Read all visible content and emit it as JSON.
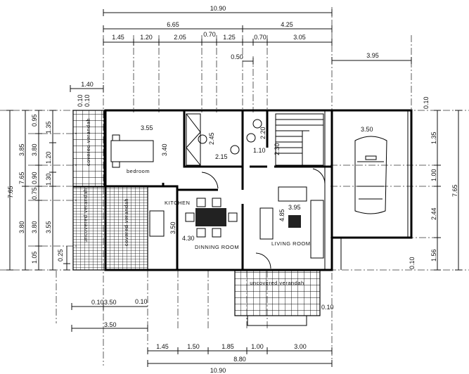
{
  "dimensions": {
    "top": {
      "total": "10.90",
      "left_span": "6.65",
      "right_span": "4.25",
      "segments": [
        "1.45",
        "1.20",
        "2.05",
        "0.70",
        "1.25",
        "0.70",
        "3.05"
      ],
      "offset": "0.50",
      "garage_width": "3.95",
      "verandah_width": "1.40",
      "top_wall_a": "0.10",
      "top_wall_b": "0.10"
    },
    "left": {
      "total": "7.65",
      "upper": "3.85",
      "lower": "3.80",
      "col2": [
        "0.95",
        "0.90",
        "0.75",
        "1.05"
      ],
      "col2_overlap_a": "3.80",
      "col2_overlap_b": "3.80",
      "col3": [
        "1.35",
        "1.20",
        "1.30",
        "3.55"
      ],
      "small": "0.25"
    },
    "right": {
      "total": "7.65",
      "segments": [
        "1.35",
        "1.00",
        "2.44",
        "1.56"
      ],
      "top_wall": "0.10",
      "bottom_wall": "0.10"
    },
    "bottom": {
      "seg_a_prefix": "0.10",
      "seg_a": "3.50",
      "seg_b": "3.50",
      "wall_left": "0.10",
      "wall_right": "0.10",
      "segments": [
        "1.45",
        "1.50",
        "1.85",
        "1.00",
        "3.00"
      ],
      "inner_total": "8.80",
      "total": "10.90"
    }
  },
  "rooms": {
    "bedroom": {
      "label": "bedroom",
      "width": "3.55",
      "depth": "3.40"
    },
    "bath1": {
      "width": "2.45",
      "depth": "2.15"
    },
    "wc": {
      "width": "2.20",
      "depth": "1.10"
    },
    "stairs": {
      "depth": "2.30"
    },
    "kitchen": {
      "label": "KITCHEN",
      "depth": "3.50"
    },
    "dining": {
      "label": "DINNING ROOM",
      "width": "4.30"
    },
    "living": {
      "label": "LIVING ROOM",
      "width": "3.95",
      "depth": "4.85"
    },
    "garage": {
      "width": "3.50"
    },
    "covered_verandah": {
      "label": "covered verandah"
    },
    "uncovered_verandah": {
      "label": "uncovered verandah"
    },
    "covered_pergola": {
      "label": "covered verandah"
    },
    "entry_verandah": {
      "label": "uncovered verandah"
    }
  }
}
